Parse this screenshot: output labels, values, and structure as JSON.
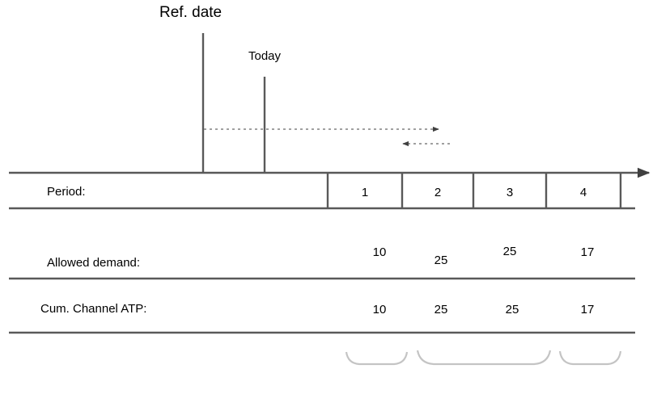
{
  "diagram": {
    "title_markers": {
      "ref_date_label": "Ref. date",
      "today_label": "Today"
    },
    "rows": {
      "period_label": "Period:",
      "allowed_demand_label": "Allowed demand:",
      "cum_channel_atp_label": "Cum. Channel ATP:"
    },
    "periods": [
      {
        "number": "1"
      },
      {
        "number": "2"
      },
      {
        "number": "3"
      },
      {
        "number": "4"
      }
    ],
    "allowed_demand": [
      "10",
      "25",
      "25",
      "17"
    ],
    "cum_channel_atp": [
      "10",
      "25",
      "25",
      "17"
    ],
    "colors": {
      "line": "#595959",
      "text": "#000000",
      "dashed": "#808080",
      "brace": "#bfbfbf",
      "background": "#ffffff"
    }
  }
}
